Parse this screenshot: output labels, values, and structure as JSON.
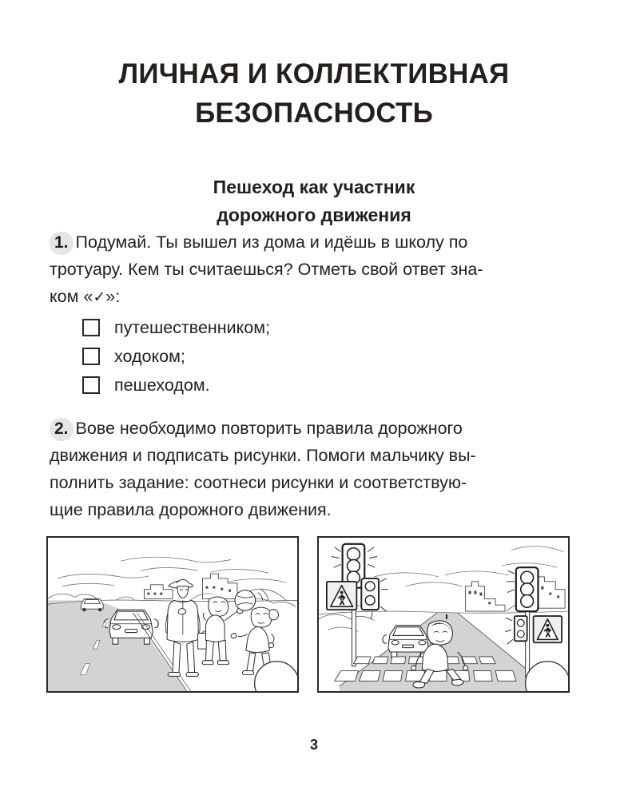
{
  "document": {
    "title_lines": [
      "ЛИЧНАЯ И КОЛЛЕКТИВНАЯ",
      "БЕЗОПАСНОСТЬ"
    ],
    "subtitle_lines": [
      "Пешеход как участник",
      "дорожного движения"
    ],
    "page_number": "3"
  },
  "tasks": [
    {
      "number": "1.",
      "lines": [
        "Подумай. Ты вышел из дома и идёшь в школу по",
        "тротуару. Кем ты считаешься? Отметь свой ответ зна-",
        "ком «"
      ],
      "tick": "✓",
      "line_tail": "»:",
      "options": [
        {
          "label": "путешественником;",
          "checked": false
        },
        {
          "label": "ходоком;",
          "checked": false
        },
        {
          "label": "пешеходом.",
          "checked": false
        }
      ]
    },
    {
      "number": "2.",
      "lines": [
        "Вове необходимо повторить правила дорожного",
        "движения и подписать рисунки. Помоги мальчику вы-",
        "полнить задание: соотнеси рисунки и соответствую-",
        "щие правила дорожного движения."
      ]
    }
  ],
  "figures": [
    {
      "name": "figure-pedestrians-on-sidewalk",
      "caption": "",
      "elements": [
        "road",
        "lane-markings",
        "two-cars",
        "man-with-briefcase",
        "boy-with-ball",
        "girl",
        "ball",
        "city-skyline",
        "clouds"
      ]
    },
    {
      "name": "figure-boy-crossing-at-traffic-light",
      "caption": "",
      "elements": [
        "road",
        "zebra-crossing",
        "car",
        "boy-crossing",
        "traffic-light-left",
        "traffic-light-right",
        "pedestrian-crossing-sign-left",
        "pedestrian-crossing-sign-right",
        "pedestrian-signal",
        "city-skyline",
        "clouds"
      ]
    }
  ],
  "colors": {
    "ink": "#231f1c",
    "badge_bg": "#e6e5e3",
    "road_gray": "#d4d4d4",
    "frame": "#2b2724",
    "paper": "#ffffff"
  }
}
